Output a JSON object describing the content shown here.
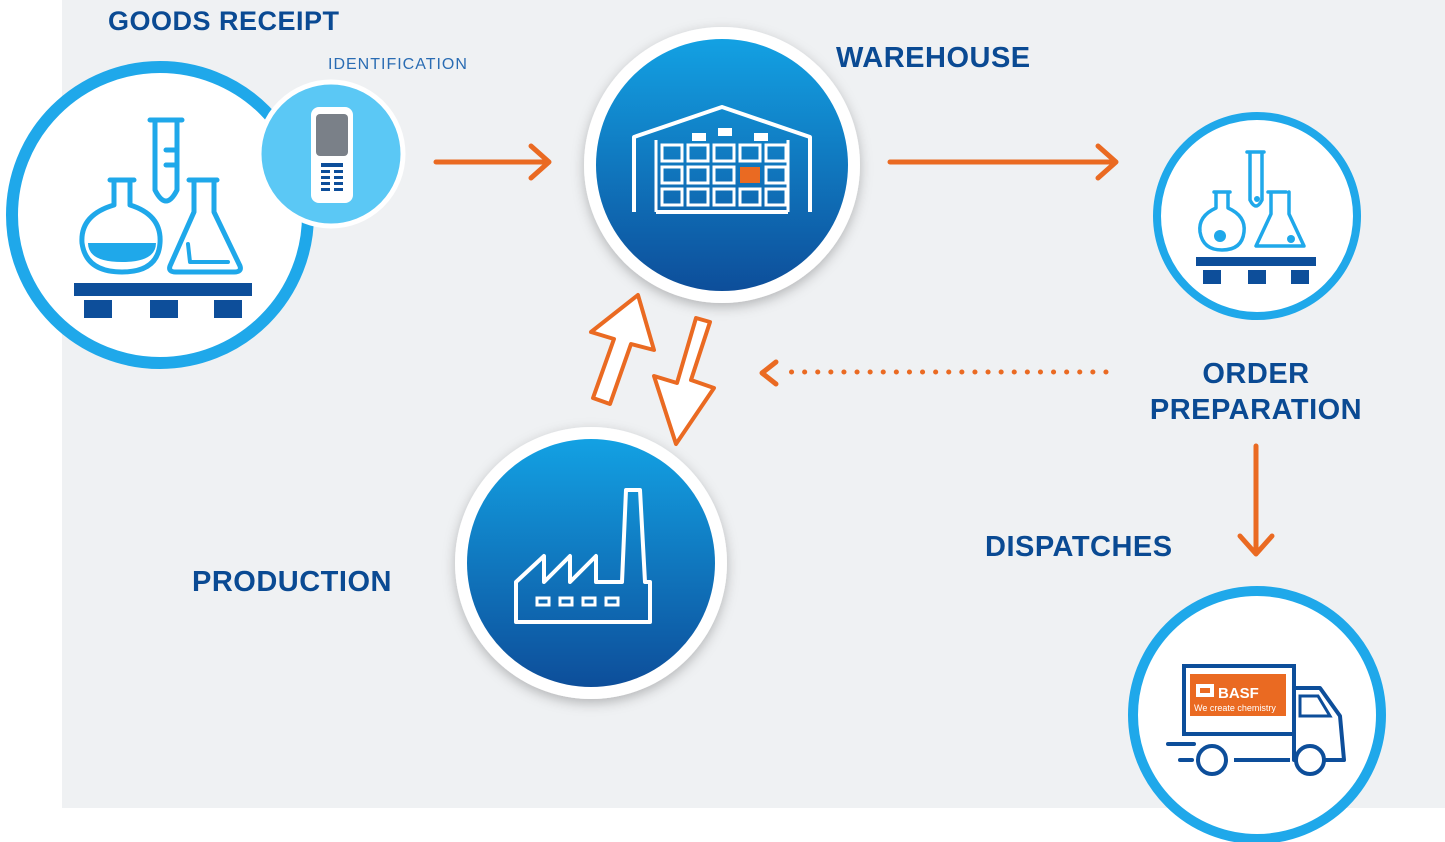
{
  "labels": {
    "goods_receipt": "GOODS RECEIPT",
    "identification": "IDENTIFICATION",
    "warehouse": "WAREHOUSE",
    "order_line1": "ORDER",
    "order_line2": "PREPARATION",
    "dispatches": "DISPATCHES",
    "production": "PRODUCTION"
  },
  "truck_logo": {
    "brand": "BASF",
    "slogan": "We create chemistry"
  },
  "colors": {
    "background_panel": "#eff1f3",
    "label_blue": "#0a4a93",
    "ring_light_blue": "#1fa8ea",
    "circle_gradient_top": "#13a1e3",
    "circle_gradient_bottom": "#0d4e9a",
    "arrow_orange": "#ea6a22",
    "pallet_blue": "#0d4e9a"
  },
  "icons": [
    "lab-flasks-icon",
    "handheld-scanner-icon",
    "warehouse-icon",
    "factory-icon",
    "delivery-truck-icon"
  ]
}
